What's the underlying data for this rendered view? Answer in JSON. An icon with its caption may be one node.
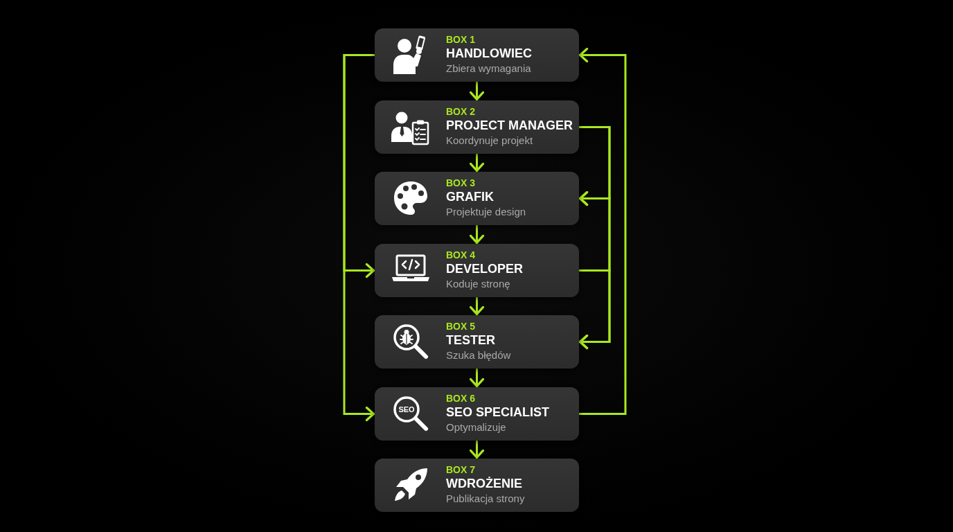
{
  "diagram": {
    "nodes": [
      {
        "text": [
          "BOX 1",
          "HANDLOWIEC",
          "Zbiera wymagania"
        ]
      },
      {
        "text": [
          "BOX 2",
          "PROJECT MANAGER",
          "Koordynuje projekt"
        ]
      },
      {
        "text": [
          "BOX 3",
          "GRAFIK",
          "Projektuje design"
        ]
      },
      {
        "text": [
          "BOX 4",
          "DEVELOPER",
          "Koduje stronę"
        ]
      },
      {
        "text": [
          "BOX 5",
          "TESTER",
          "Szuka błędów"
        ]
      },
      {
        "text": [
          "BOX 6",
          "SEO SPECIALIST",
          "Optymalizuje"
        ]
      },
      {
        "text": [
          "BOX 7",
          "WDROŻENIE",
          "Publikacja strony"
        ]
      }
    ],
    "edges": [
      {
        "from": 0,
        "to": 1,
        "arrow": "to"
      },
      {
        "from": 1,
        "to": 2,
        "arrow": "to"
      },
      {
        "from": 2,
        "to": 3,
        "arrow": "to"
      },
      {
        "from": 3,
        "to": 4,
        "arrow": "to"
      },
      {
        "from": 4,
        "to": 5,
        "arrow": "to"
      },
      {
        "from": 5,
        "to": 6,
        "arrow": "to"
      },
      {
        "from": 0,
        "to": 3,
        "arrow": "to"
      },
      {
        "from": 0,
        "to": 5,
        "arrow": "to"
      },
      {
        "from": 1,
        "to": 2,
        "arrow": "to"
      },
      {
        "from": 1,
        "to": 4,
        "arrow": "to"
      },
      {
        "from": 3,
        "to": 2,
        "arrow": "to"
      },
      {
        "from": 3,
        "to": 4,
        "arrow": "to"
      },
      {
        "from": 5,
        "to": 0,
        "arrow": "to"
      }
    ],
    "labels": [
      "SEO"
    ]
  }
}
